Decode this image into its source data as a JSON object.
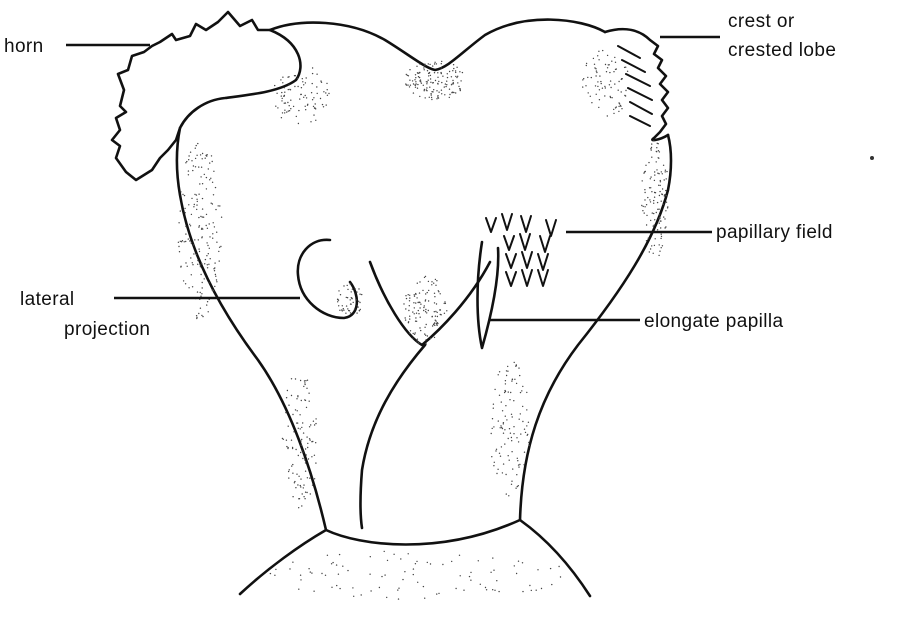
{
  "labels": {
    "horn": "horn",
    "crest_line1": "crest or",
    "crest_line2": "crested lobe",
    "papillary_field": "papillary field",
    "lateral_line1": "lateral",
    "lateral_line2": "projection",
    "elongate_papilla": "elongate papilla"
  },
  "colors": {
    "ink": "#111111",
    "background": "#ffffff"
  }
}
